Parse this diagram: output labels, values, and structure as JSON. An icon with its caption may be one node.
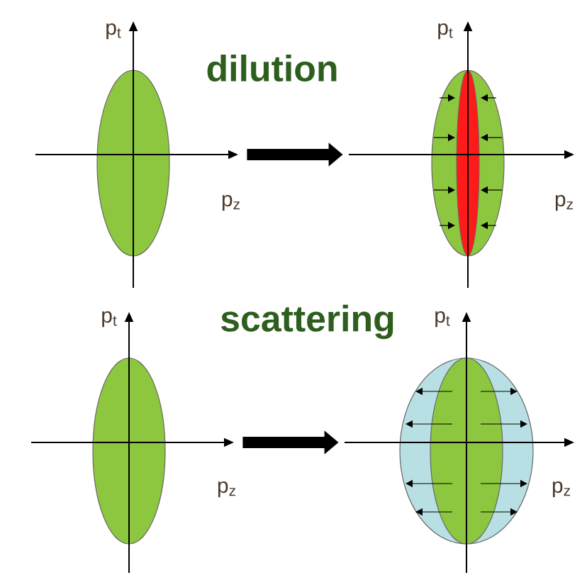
{
  "diagram": {
    "nodes": [
      {
        "text": [],
        "shape": "picture"
      },
      {
        "text": [],
        "shape": "ellipse",
        "in": 0
      },
      {
        "text": [],
        "shape": "picture"
      },
      {
        "text": [],
        "shape": "ellipse",
        "in": 2
      },
      {
        "text": [],
        "shape": "picture"
      },
      {
        "text": [],
        "shape": "ellipse",
        "in": 4
      },
      {
        "text": [],
        "shape": "picture"
      },
      {
        "text": [],
        "shape": "ellipse",
        "in": 6
      }
    ],
    "edges": [
      {
        "from": 0,
        "to": 2,
        "arrow": "to",
        "label": "dilution"
      },
      {
        "from": 4,
        "to": 6,
        "arrow": "to",
        "label": "scattering"
      }
    ],
    "labels": [
      "p$_{t}$",
      "p$_{t}$",
      "p$_{z}$",
      "p$_{z}$",
      "p$_{t}$",
      "p$_{t}$",
      "p$_{z}$",
      "p$_{z}$"
    ]
  }
}
